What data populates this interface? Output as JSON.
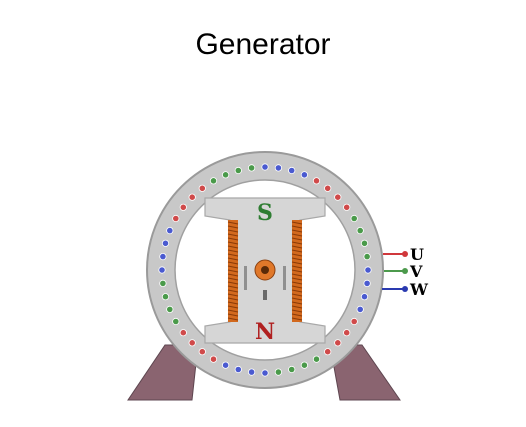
{
  "title": "Generator",
  "rotor": {
    "top_pole": "S",
    "bottom_pole": "N"
  },
  "terminals": [
    {
      "label": "U",
      "color": "#d0383c"
    },
    {
      "label": "V",
      "color": "#4c9a4c"
    },
    {
      "label": "W",
      "color": "#2a3ab0"
    }
  ],
  "colors": {
    "stator": "#c8c8c8",
    "stator_edge": "#9a9a9a",
    "rotor": "#d4d4d4",
    "winding": "#d2691e",
    "feet": "#8a6470",
    "pole_s": "#2e7d32",
    "pole_n": "#b02020"
  }
}
